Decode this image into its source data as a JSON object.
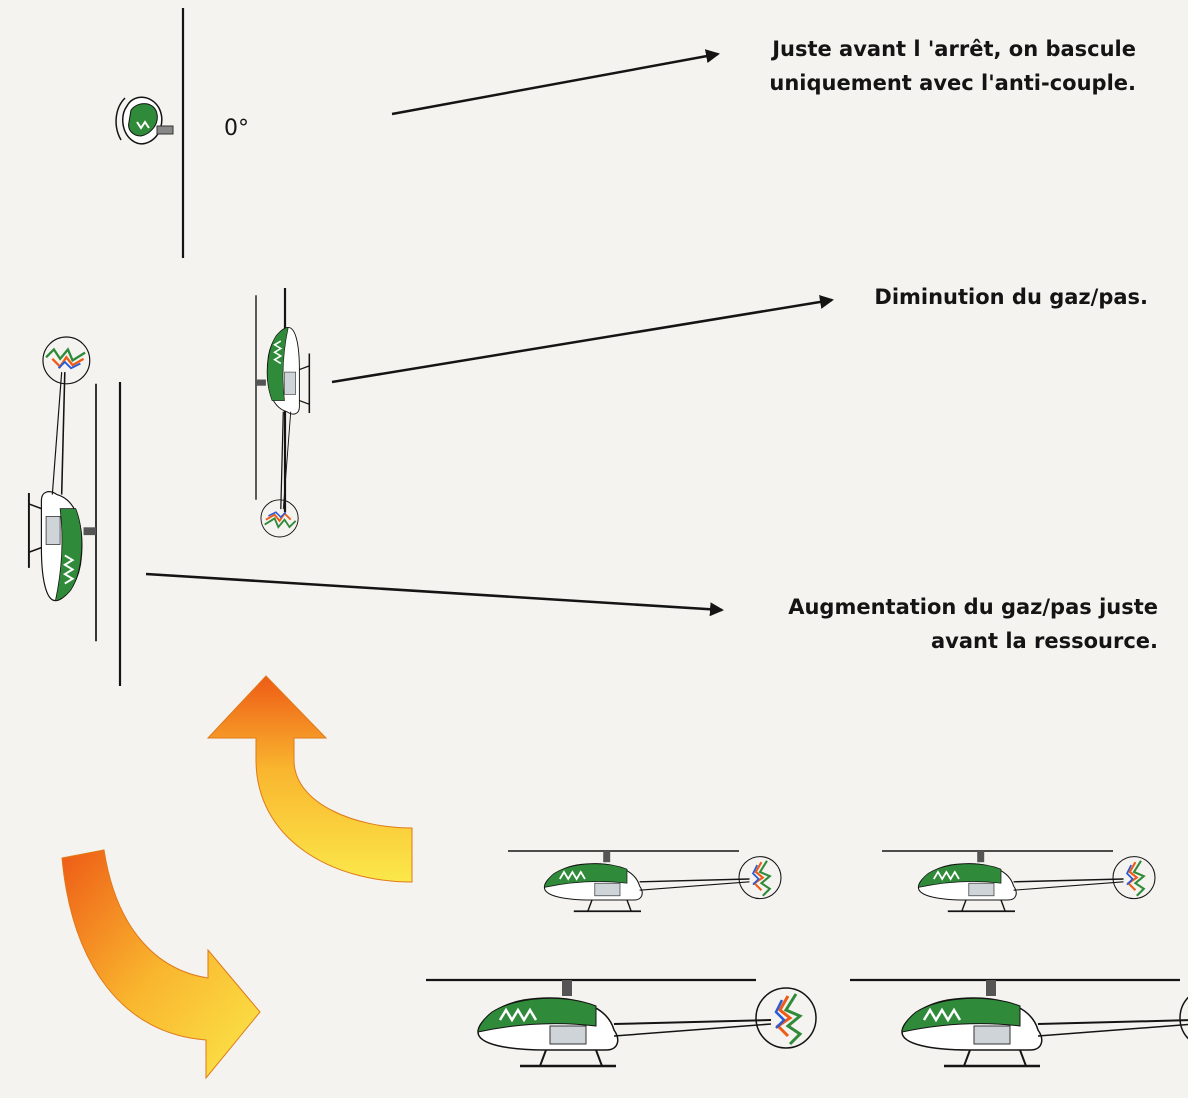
{
  "annotations": {
    "stop": {
      "line1": "Juste avant l 'arrêt, on bascule",
      "line2": "uniquement avec l'anti-couple."
    },
    "decrease": {
      "line1": "Diminution du gaz/pas."
    },
    "increase": {
      "line1": "Augmentation du gaz/pas juste",
      "line2": "avant la ressource."
    }
  },
  "angle_label": "0°",
  "colors": {
    "fuselage_green": "#2f8a3a",
    "arrow_orange": "#ee5b16",
    "arrow_yellow": "#fbe84a",
    "ink": "#141414",
    "background": "#f4f3ef"
  }
}
